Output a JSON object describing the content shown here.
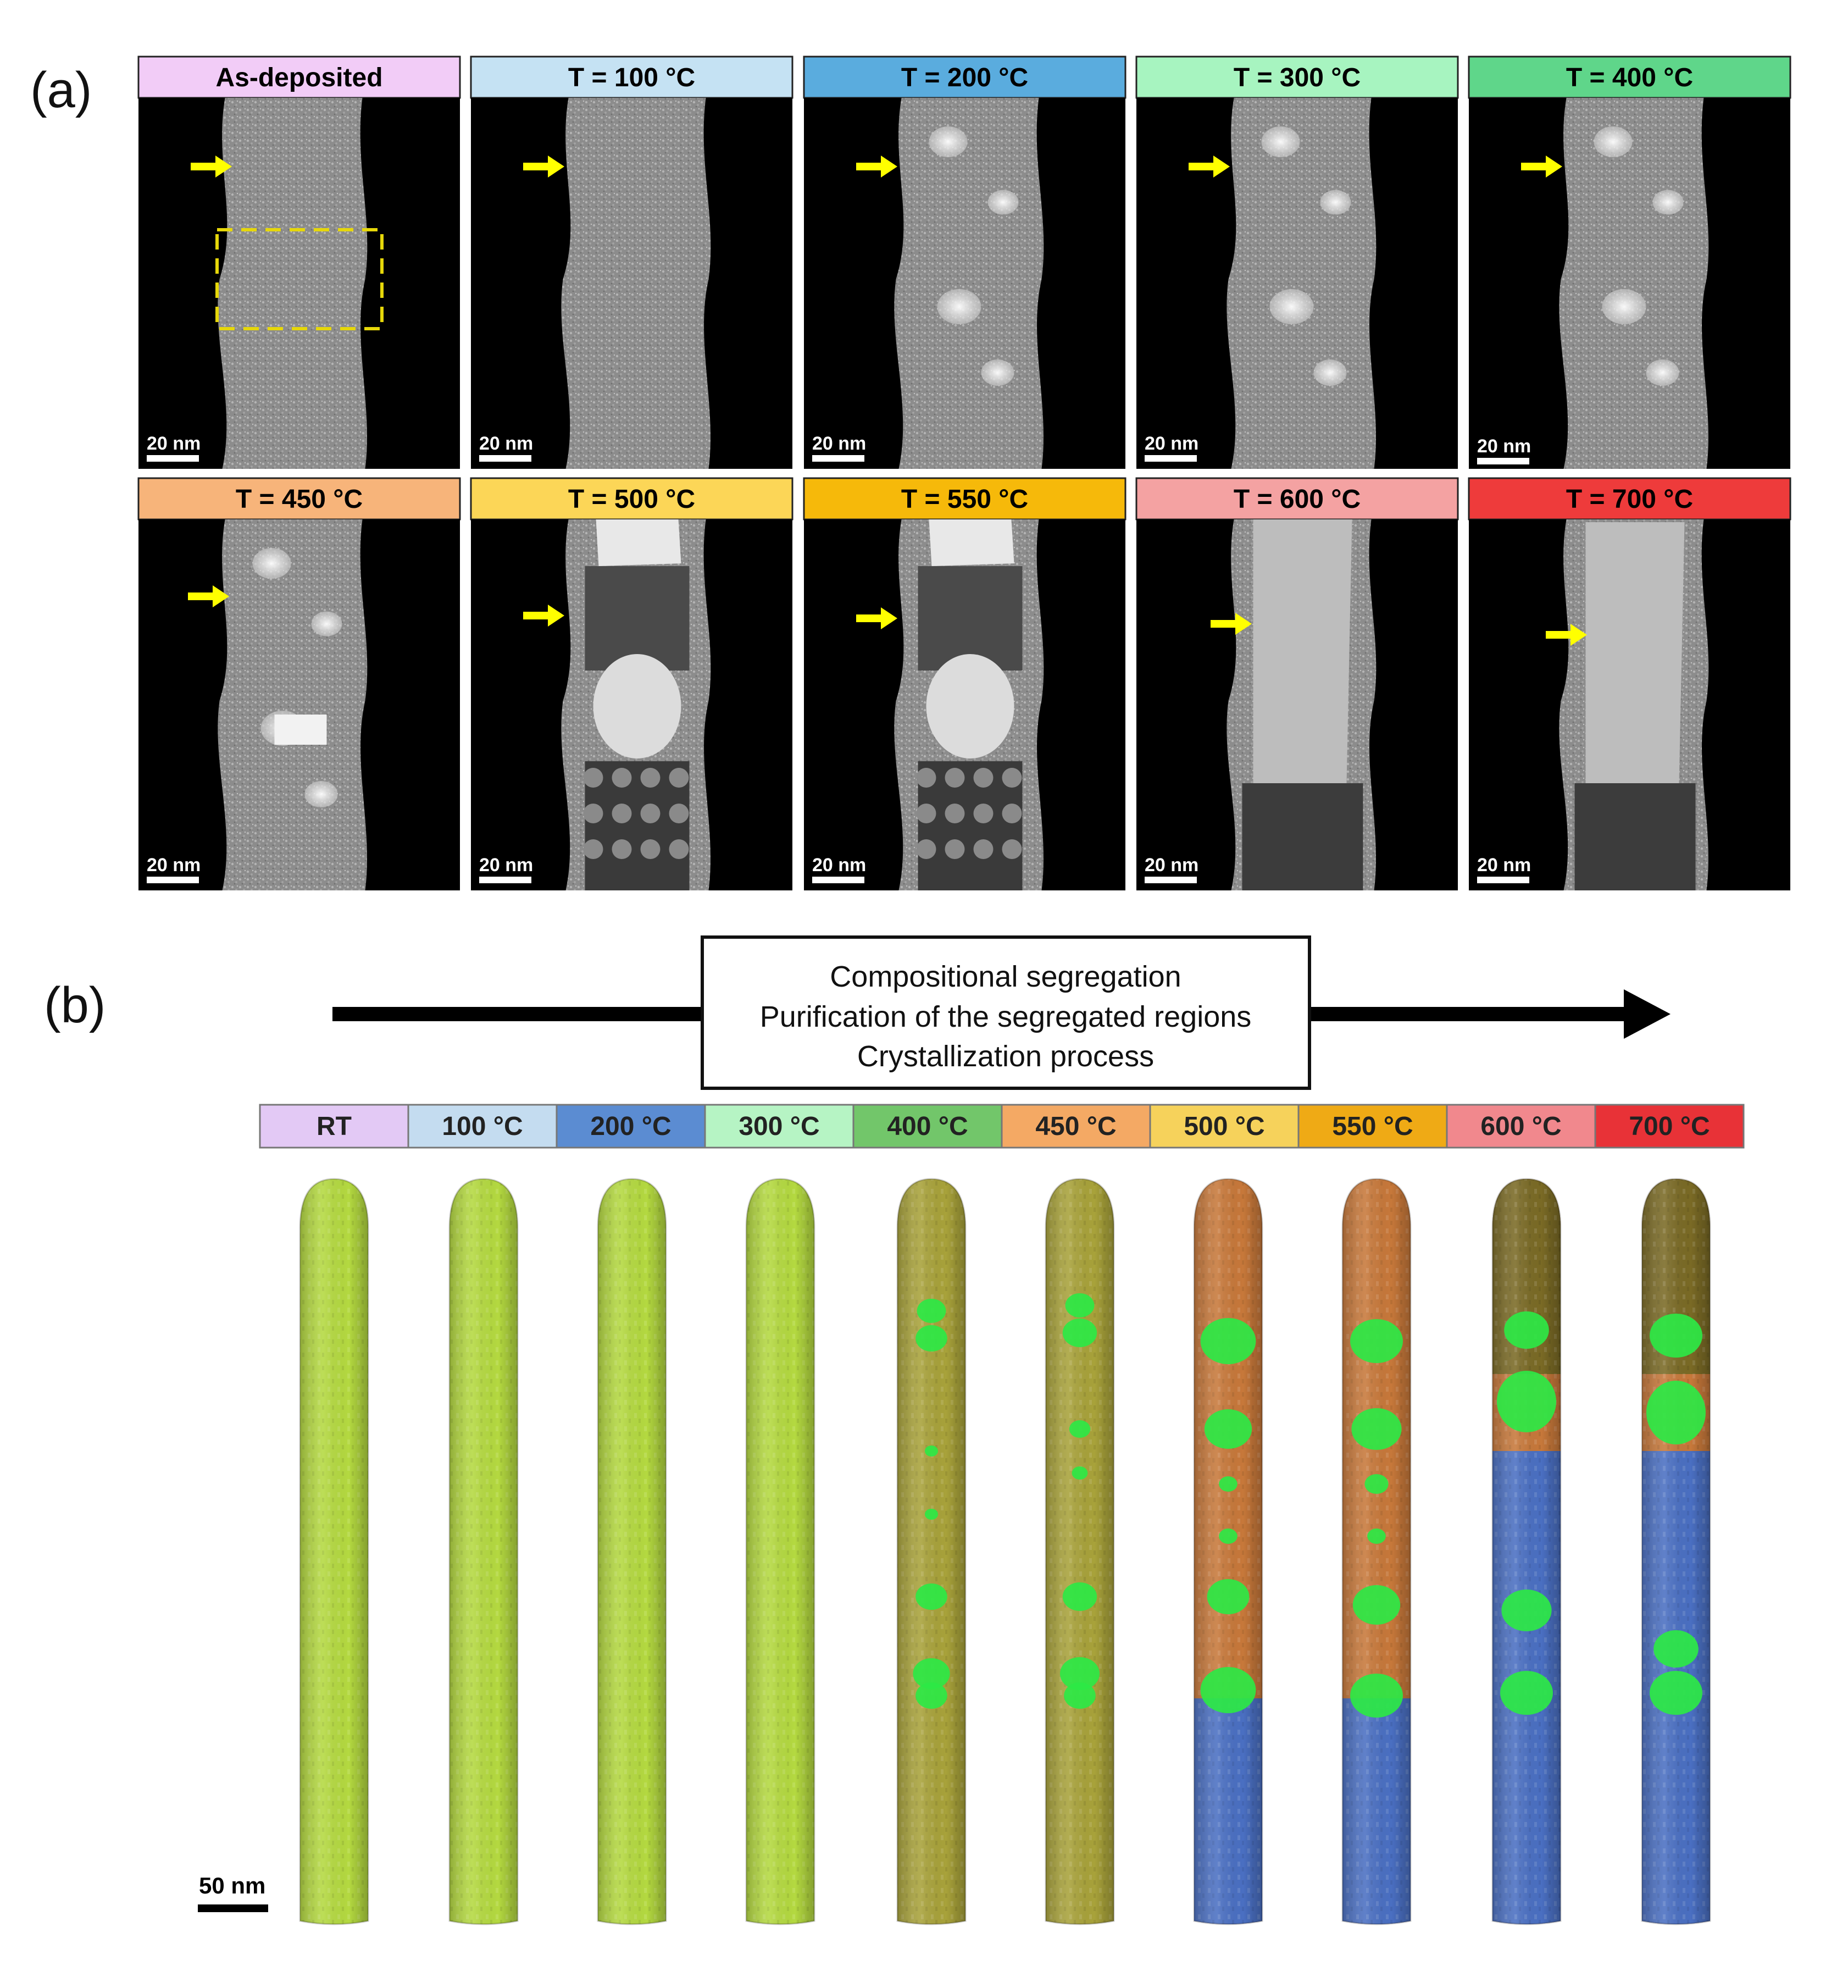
{
  "panel_a": {
    "label": "(a)",
    "scale_bar_text": "20 nm",
    "tiles": [
      {
        "title": "As-deposited",
        "color": "#f2ccf7",
        "stage": "amorphous"
      },
      {
        "title": "T = 100 °C",
        "color": "#c5e2f3",
        "stage": "amorphous"
      },
      {
        "title": "T = 200 °C",
        "color": "#5aacde",
        "stage": "amorphous-grains"
      },
      {
        "title": "T = 300 °C",
        "color": "#a7f4c0",
        "stage": "amorphous-grains"
      },
      {
        "title": "T = 400 °C",
        "color": "#5fd68a",
        "stage": "amorphous-grains"
      },
      {
        "title": "T = 450 °C",
        "color": "#f7b47a",
        "stage": "grains"
      },
      {
        "title": "T = 500 °C",
        "color": "#fcd657",
        "stage": "crystal"
      },
      {
        "title": "T = 550 °C",
        "color": "#f6b90a",
        "stage": "crystal"
      },
      {
        "title": "T = 600 °C",
        "color": "#f4a2a2",
        "stage": "large-crystal"
      },
      {
        "title": "T = 700 °C",
        "color": "#ee3b3b",
        "stage": "large-crystal"
      }
    ],
    "arrow_color": "#ffff00",
    "roi_box_color": "#e6d70a"
  },
  "panel_b": {
    "label": "(b)",
    "process_lines": [
      "Compositional segregation",
      "Purification of the segregated regions",
      "Crystallization process"
    ],
    "temperatures": [
      {
        "label": "RT",
        "color": "#e3c9f5"
      },
      {
        "label": "100 °C",
        "color": "#c4dcf0"
      },
      {
        "label": "200 °C",
        "color": "#5b8cd2"
      },
      {
        "label": "300 °C",
        "color": "#b6f4c4"
      },
      {
        "label": "400 °C",
        "color": "#72c66a"
      },
      {
        "label": "450 °C",
        "color": "#f4a964"
      },
      {
        "label": "500 °C",
        "color": "#f6d25b"
      },
      {
        "label": "550 °C",
        "color": "#efaa15"
      },
      {
        "label": "600 °C",
        "color": "#f1888d"
      },
      {
        "label": "700 °C",
        "color": "#e83237"
      }
    ],
    "scale_bar_text": "50 nm",
    "rod_colors": {
      "uniform": "#b4d940",
      "segregated": "#a8a23a",
      "precipitate": "#2de845",
      "depleted": "#4a6fc2",
      "orange": "#c7783a"
    }
  }
}
